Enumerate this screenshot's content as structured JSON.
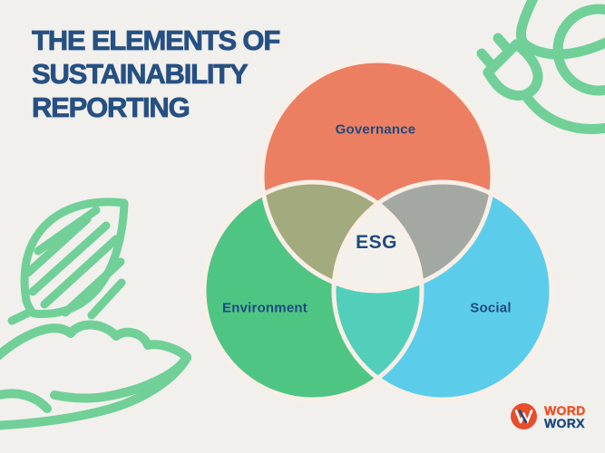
{
  "title": {
    "lines": [
      "THE ELEMENTS OF",
      "SUSTAINABILITY",
      "REPORTING"
    ],
    "color": "#265083"
  },
  "venn": {
    "center_label": "ESG",
    "label_color": "#1d4a7e",
    "outline_color": "#f9efe7",
    "circles": [
      {
        "id": "governance",
        "label": "Governance",
        "color": "#ec7f62"
      },
      {
        "id": "environment",
        "label": "Environment",
        "color": "#4fc584"
      },
      {
        "id": "social",
        "label": "Social",
        "color": "#5bcdea"
      }
    ],
    "overlaps": {
      "governance_environment": "#a3aa7d",
      "governance_social": "#a4a8a2",
      "environment_social": "#52cfba",
      "center_fill": "#f4f1ec"
    }
  },
  "decorations": {
    "illustration_color": "#70d098",
    "items": [
      "plug-and-globe-illustration",
      "leaf-illustration",
      "hand-illustration"
    ]
  },
  "logo": {
    "word": "WORD",
    "worx": "WORX",
    "word_color": "#f04e23",
    "worx_color": "#1d4a7e",
    "mark_color": "#e84e2b",
    "mark_glyph": "w-monogram-icon"
  },
  "colors": {
    "background": "#f2f0ec"
  }
}
